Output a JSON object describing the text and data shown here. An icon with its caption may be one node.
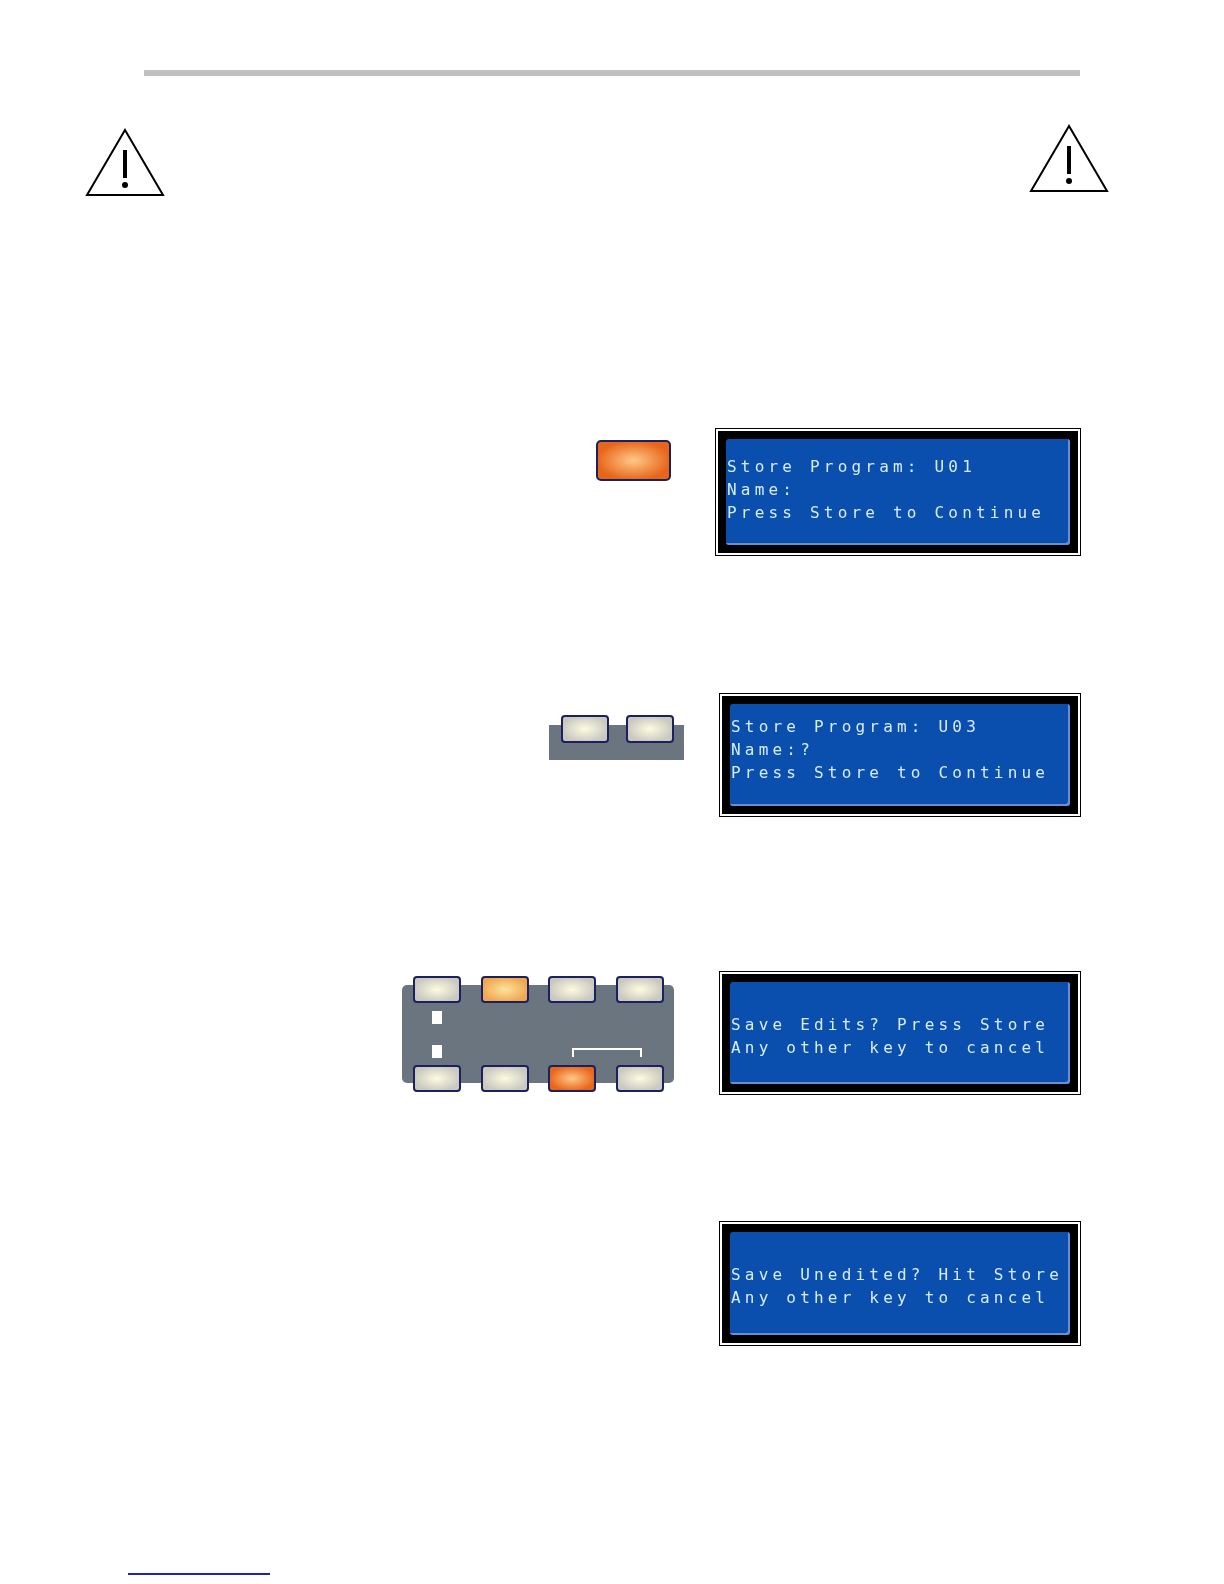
{
  "diagram": {
    "nodes": [
      {
        "text": [
          "Store Program: U01",
          "Name:",
          "Press Store to Continue"
        ]
      },
      {
        "text": [
          "Store Program: U03",
          "Name:?",
          "Press Store to Continue"
        ]
      },
      {
        "text": [
          "Save Edits? Press Store",
          "Any other key to cancel"
        ]
      },
      {
        "text": [
          "Save Unedited? Hit Store",
          "Any other key to cancel"
        ]
      }
    ]
  }
}
